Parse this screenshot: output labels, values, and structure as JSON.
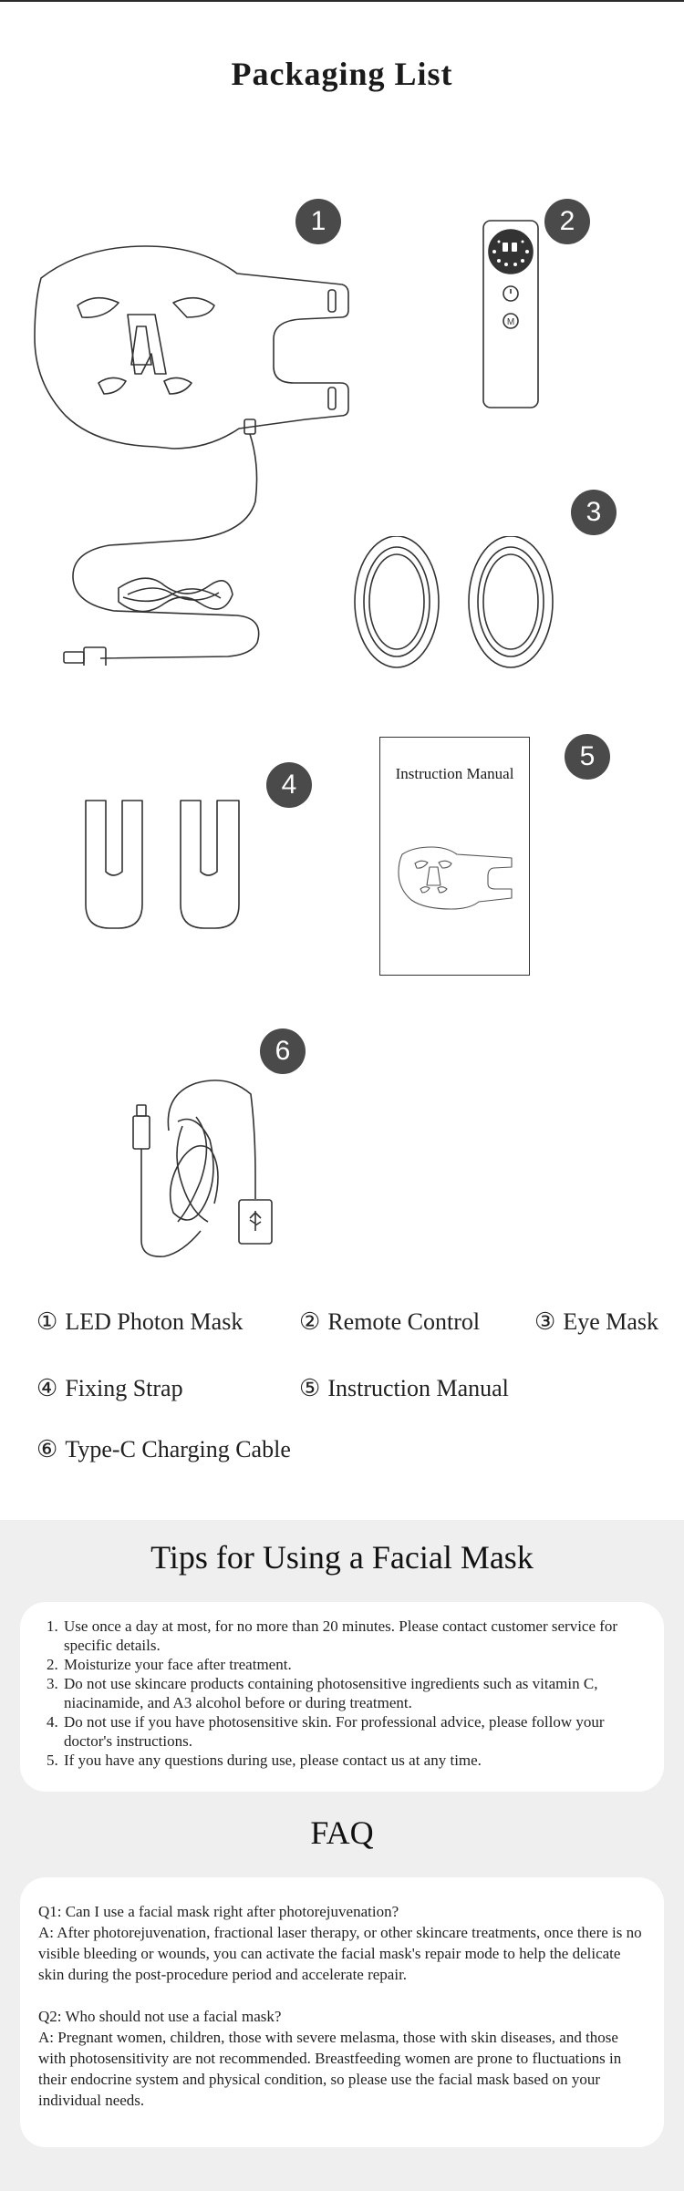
{
  "page": {
    "title": "Packaging List"
  },
  "items": [
    {
      "badge": "1",
      "num": "①",
      "label": "LED Photon Mask"
    },
    {
      "badge": "2",
      "num": "②",
      "label": "Remote Control"
    },
    {
      "badge": "3",
      "num": "③",
      "label": "Eye Mask"
    },
    {
      "badge": "4",
      "num": "④",
      "label": "Fixing Strap"
    },
    {
      "badge": "5",
      "num": "⑤",
      "label": "Instruction Manual"
    },
    {
      "badge": "6",
      "num": "⑥",
      "label": "Type-C Charging Cable"
    }
  ],
  "manual_cover_title": "Instruction Manual",
  "tips": {
    "title": "Tips for Using a Facial Mask",
    "items": [
      "Use once a day at most, for no more than 20 minutes. Please contact customer service for specific details.",
      "Moisturize your face after treatment.",
      "Do not use skincare products containing photosensitive ingredients such as vitamin C, niacinamide, and A3 alcohol before or during treatment.",
      "Do not use if you have photosensitive skin. For professional advice, please follow your doctor's instructions.",
      "If you have any questions during use, please contact us at any time."
    ]
  },
  "faq": {
    "title": "FAQ",
    "items": [
      {
        "q": "Q1: Can I use a facial mask right after photorejuvenation?",
        "a": "A: After photorejuvenation, fractional laser therapy, or other skincare treatments, once there is no visible bleeding or wounds, you can activate the facial mask's repair mode to help the delicate skin during the post-procedure period and accelerate repair."
      },
      {
        "q": "Q2: Who should not use a facial mask?",
        "a": "A: Pregnant women, children, those with severe melasma, those with skin diseases, and those with photosensitivity are not recommended. Breastfeeding women are prone to fluctuations in their endocrine system and physical condition, so please use the facial mask based on your individual needs."
      }
    ]
  },
  "colors": {
    "badge": "#4a4a4a",
    "tips_background": "#efefef",
    "card": "#ffffff"
  }
}
